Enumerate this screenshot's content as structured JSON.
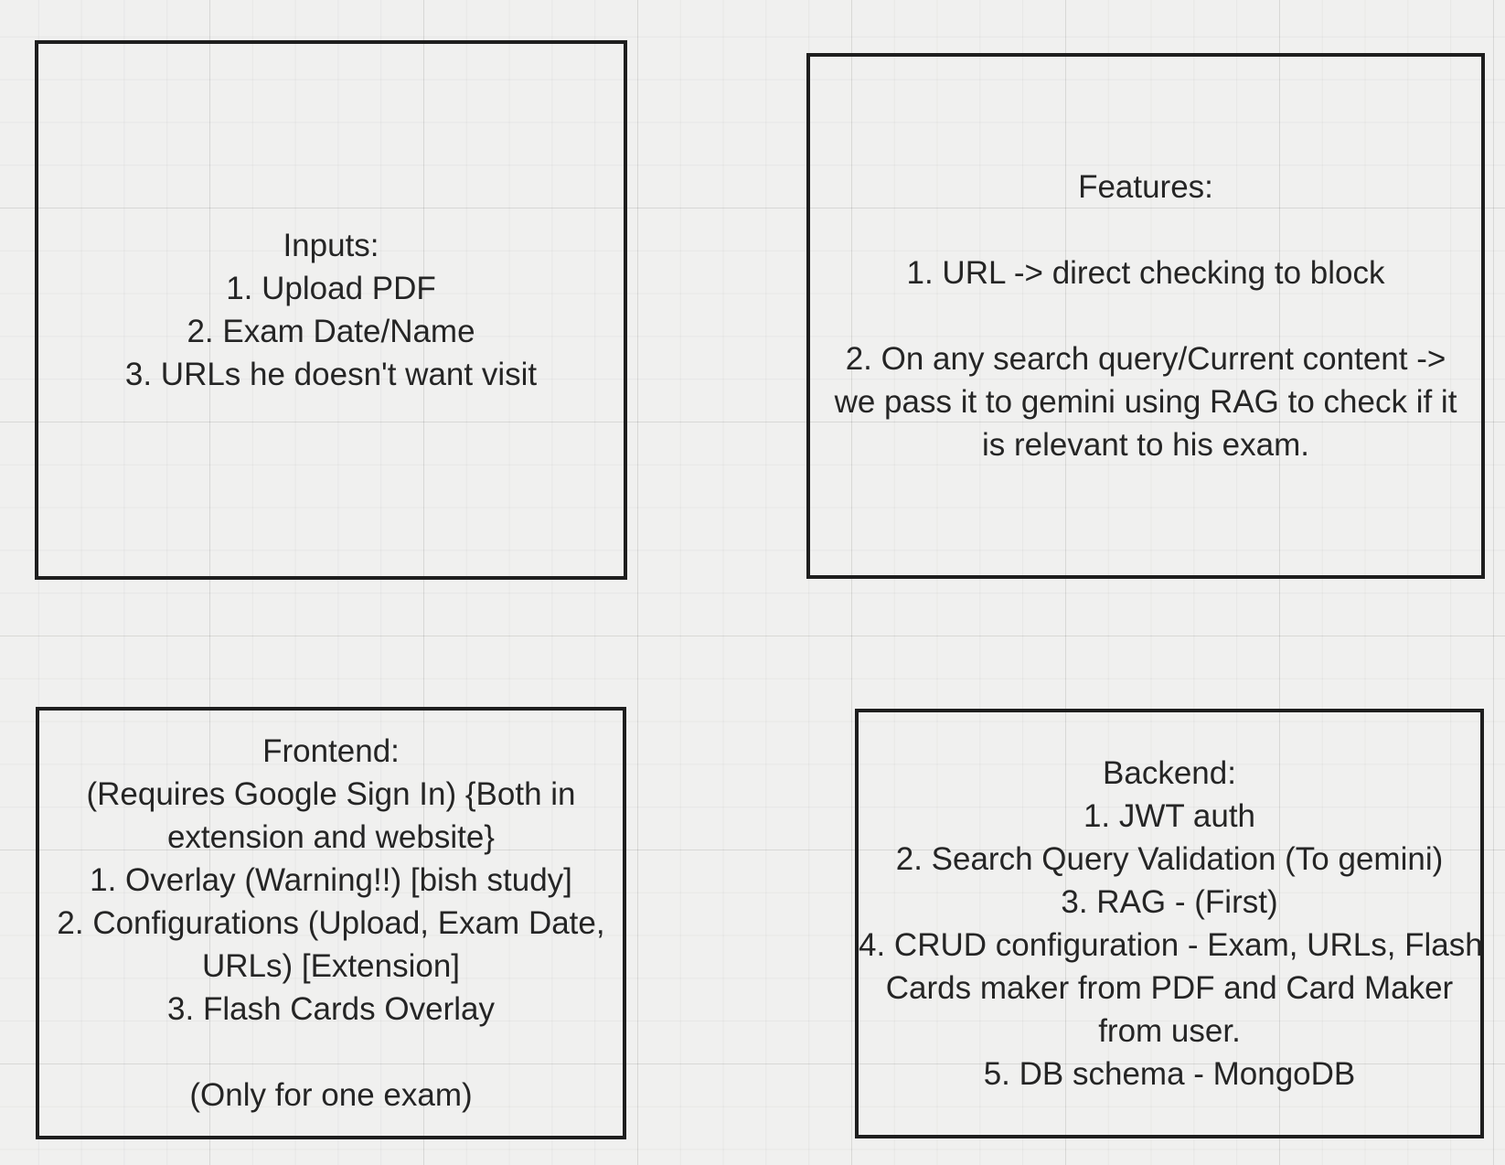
{
  "canvas": {
    "background_color": "#f0f0ef",
    "grid_minor_color": "#e6e6e5",
    "grid_major_color": "#e0e0df",
    "shape_stroke_color": "#1e1e1e",
    "text_color": "#252525"
  },
  "boxes": [
    {
      "id": "inputs",
      "title": "Inputs:",
      "lines": [
        "Inputs:",
        "1. Upload PDF",
        "2. Exam Date/Name",
        "3. URLs he doesn't want visit"
      ]
    },
    {
      "id": "features",
      "title": "Features:",
      "lines": [
        "Features:",
        "",
        "1. URL -> direct checking to block",
        "",
        "2. On any search query/Current content ->",
        "we pass it to gemini using RAG to check if it",
        "is relevant to his exam."
      ]
    },
    {
      "id": "frontend",
      "title": "Frontend:",
      "lines": [
        "Frontend:",
        "(Requires Google Sign In) {Both in",
        "extension and website}",
        "1. Overlay (Warning!!) [bish study]",
        "2. Configurations (Upload, Exam Date,",
        "URLs) [Extension]",
        "3. Flash Cards Overlay",
        "",
        "(Only for one exam)"
      ]
    },
    {
      "id": "backend",
      "title": "Backend:",
      "lines": [
        "Backend:",
        "1. JWT auth",
        "2. Search Query Validation (To gemini)",
        "3. RAG - (First)",
        "4. CRUD configuration - Exam, URLs, Flash",
        "Cards maker from PDF and Card Maker",
        "from user.",
        "5. DB schema - MongoDB"
      ]
    }
  ]
}
